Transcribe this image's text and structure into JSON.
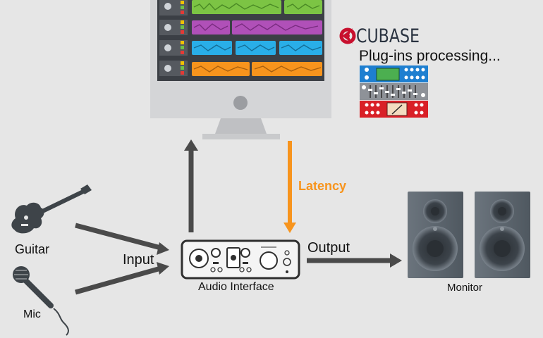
{
  "brand": {
    "name": "CUBASE",
    "logo_color": "#c8102e"
  },
  "status_text": "Plug-ins processing...",
  "labels": {
    "guitar": "Guitar",
    "mic": "Mic",
    "input": "Input",
    "audio_interface": "Audio Interface",
    "output": "Output",
    "monitor": "Monitor",
    "latency": "Latency"
  },
  "colors": {
    "background": "#e6e6e6",
    "arrow": "#4a4a4a",
    "latency": "#f7941d",
    "track_green": "#7cc444",
    "track_purple": "#b050b8",
    "track_blue": "#29aee8",
    "track_orange": "#f7941d"
  },
  "icons": [
    "guitar-icon",
    "microphone-icon",
    "audio-interface-icon",
    "monitor-speaker-icon",
    "computer-icon",
    "plugin-rack-icon"
  ]
}
